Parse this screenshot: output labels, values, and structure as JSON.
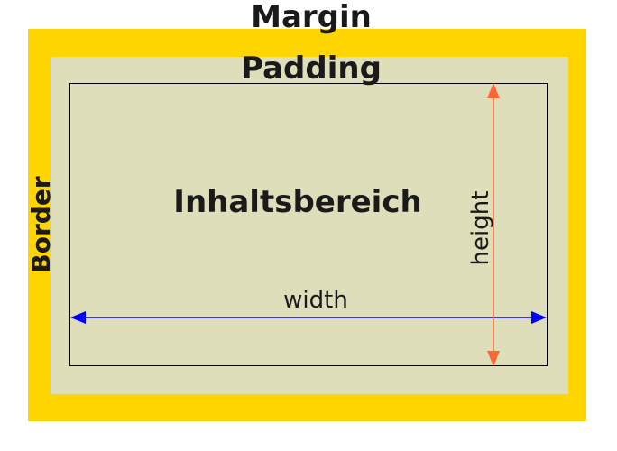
{
  "labels": {
    "margin": "Margin",
    "padding": "Padding",
    "border": "Border",
    "content": "Inhaltsbereich",
    "width": "width",
    "height": "height"
  },
  "colors": {
    "border": "#ffd500",
    "padding": "#dedebb",
    "content_outline": "#000000",
    "width_arrow": "#0000ff",
    "height_arrow": "#ff6633",
    "text": "#1a1a1a"
  }
}
